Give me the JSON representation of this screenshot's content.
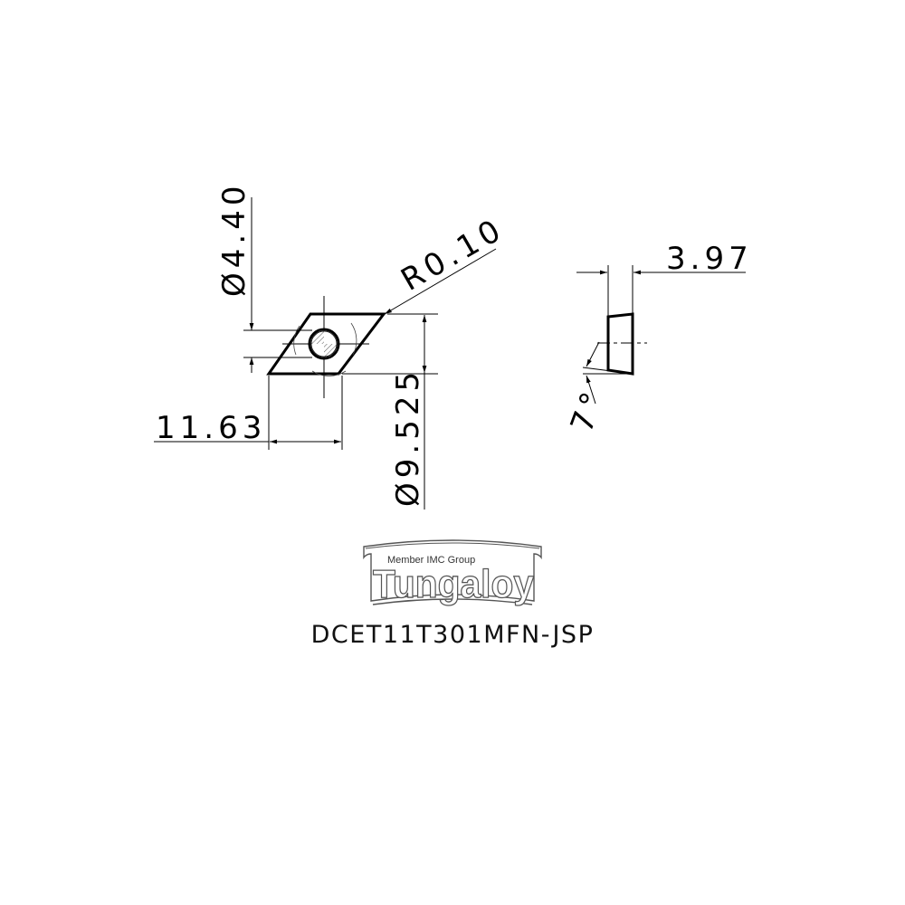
{
  "drawing": {
    "part_number": "DCET11T301MFN-JSP",
    "brand": {
      "name": "Tungaloy",
      "tagline": "Member IMC Group"
    },
    "front_view": {
      "dimensions": {
        "hole_diameter": "Ø4.40",
        "corner_radius": "R0.10",
        "inscribed_circle": "Ø9.525",
        "edge_length": "11.63"
      }
    },
    "side_view": {
      "dimensions": {
        "thickness": "3.97",
        "clearance_angle": "7°"
      }
    },
    "colors": {
      "line": "#000000",
      "background": "#ffffff",
      "logo_outline": "#555555"
    }
  }
}
